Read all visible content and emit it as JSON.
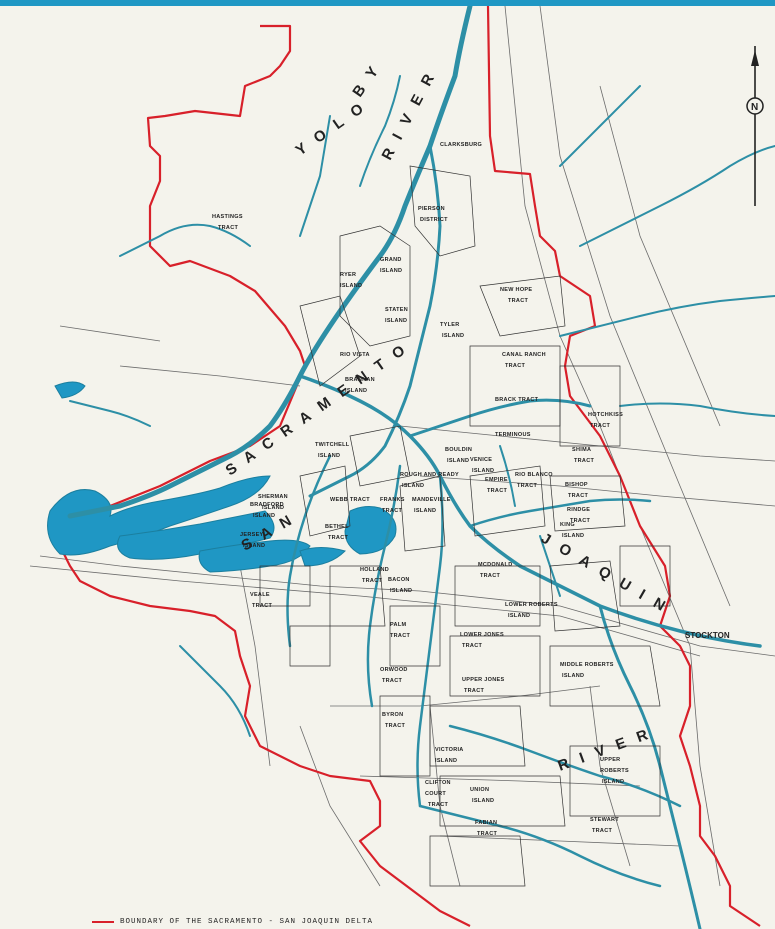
{
  "colors": {
    "water": "#1f97c4",
    "boundary": "#d8202a",
    "land": "#f4f3ec",
    "road": "#6b6b6b"
  },
  "legend": {
    "text": "BOUNDARY OF THE SACRAMENTO - SAN JOAQUIN DELTA"
  },
  "north_arrow": {
    "icon": "north-arrow-icon",
    "letter": "N"
  },
  "regions": {
    "yolo": "Y O L O",
    "by": "B Y",
    "river_top": "R I V E R",
    "sacramento": "S A C R A M E N T O",
    "san": "S A N",
    "joaquin": "J O A Q U I N",
    "river_bottom": "R I V E R"
  },
  "cities": {
    "stockton": "STOCKTON"
  },
  "labels": [
    "HASTINGS",
    "TRACT",
    "RYER",
    "ISLAND",
    "GRAND",
    "ISLAND",
    "PIERSON",
    "DISTRICT",
    "NEW HOPE",
    "TRACT",
    "STATEN",
    "ISLAND",
    "TYLER",
    "ISLAND",
    "BRANNAN",
    "ISLAND",
    "TWITCHELL",
    "ISLAND",
    "SHERMAN",
    "ISLAND",
    "WEBB TRACT",
    "FRANKS",
    "TRACT",
    "BETHEL",
    "TRACT",
    "HOLLAND",
    "TRACT",
    "BACON",
    "ISLAND",
    "PALM",
    "TRACT",
    "ORWOOD",
    "TRACT",
    "LOWER JONES",
    "TRACT",
    "UPPER JONES",
    "TRACT",
    "VICTORIA",
    "ISLAND",
    "BYRON",
    "TRACT",
    "UNION",
    "ISLAND",
    "UPPER",
    "ROBERTS",
    "ISLAND",
    "LOWER ROBERTS",
    "ISLAND",
    "RINDGE",
    "TRACT",
    "BISHOP",
    "TRACT",
    "MANDEVILLE",
    "ISLAND",
    "EMPIRE",
    "TRACT",
    "TERMINOUS",
    "SHIMA",
    "TRACT",
    "HOTCHKISS",
    "TRACT",
    "MCDONALD",
    "TRACT",
    "CANAL RANCH",
    "TRACT",
    "BRACK TRACT",
    "BOULDIN",
    "ISLAND",
    "VENICE",
    "ISLAND",
    "FABIAN",
    "TRACT",
    "STEWART",
    "TRACT",
    "RIO BLANCO",
    "TRACT",
    "KING",
    "ISLAND",
    "JERSEY",
    "ISLAND",
    "VEALE",
    "TRACT",
    "BRADFORD",
    "ISLAND",
    "ROUGH AND READY",
    "ISLAND",
    "CLIFTON",
    "COURT",
    "TRACT",
    "MIDDLE ROBERTS",
    "ISLAND",
    "CLARKSBURG",
    "RIO VISTA"
  ]
}
